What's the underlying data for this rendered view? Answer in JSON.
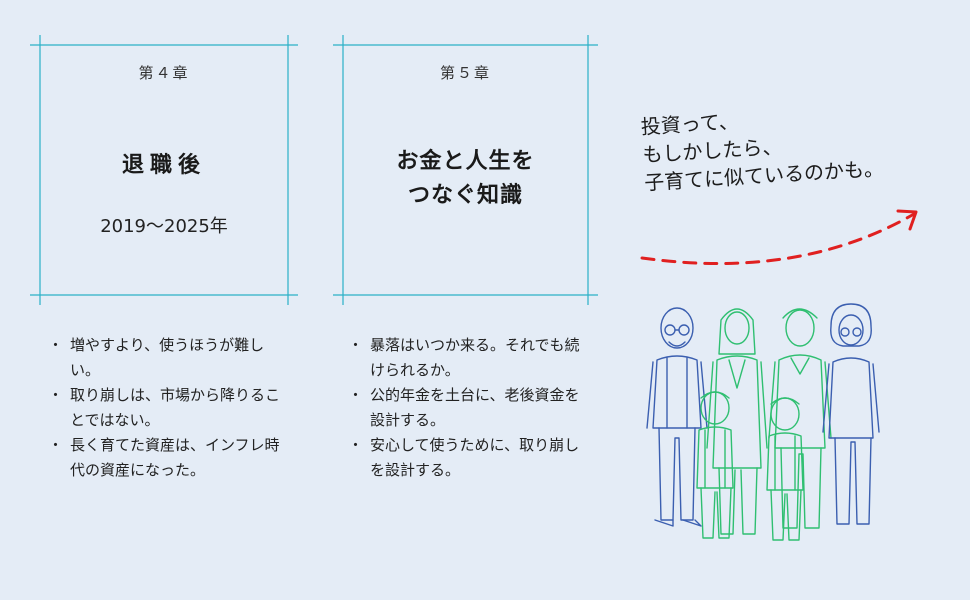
{
  "chapter4": {
    "chapter_label": "第４章",
    "title": "退職後",
    "years": "2019〜2025年",
    "bullet_marker": "・",
    "bullets": [
      "増やすより、使うほうが難しい。",
      "取り崩しは、市場から降りることではない。",
      "長く育てた資産は、インフレ時代の資産になった。"
    ]
  },
  "chapter5": {
    "chapter_label": "第５章",
    "title_line1": "お金と人生を",
    "title_line2": "つなぐ知識",
    "bullet_marker": "・",
    "bullets": [
      "暴落はいつか来る。それでも続けられるか。",
      "公的年金を土台に、老後資金を設計する。",
      "安心して使うために、取り崩しを設計する。"
    ]
  },
  "quote": {
    "line1": "投資って、",
    "line2": "もしかしたら、",
    "line3": "子育てに似ているのかも。"
  },
  "colors": {
    "background": "#e4ecf6",
    "frame_line": "#2bb1c7",
    "arrow": "#e02020",
    "family_blue": "#3b5fb0",
    "family_green": "#2fbf71"
  },
  "icons": {
    "arrow": "dashed-curved-arrow-icon",
    "family": "family-illustration-icon"
  }
}
